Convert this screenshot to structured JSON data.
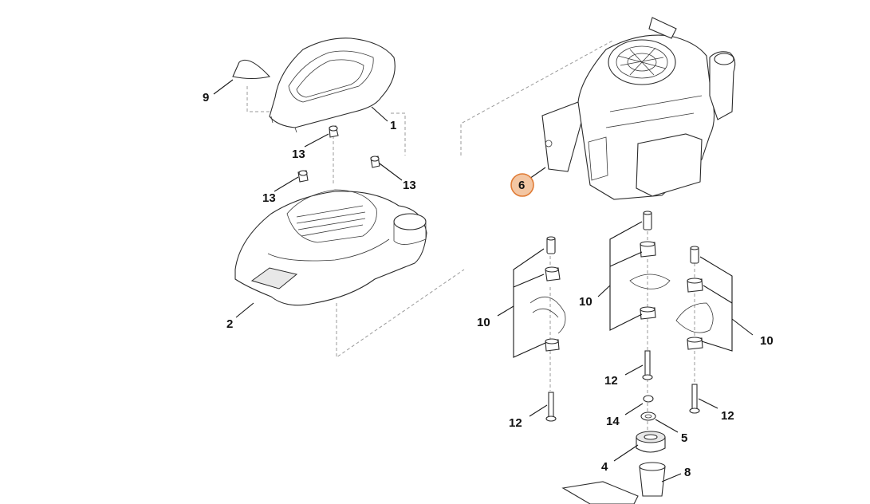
{
  "diagram": {
    "callouts": [
      {
        "id": "p9",
        "label": "9"
      },
      {
        "id": "p1",
        "label": "1"
      },
      {
        "id": "p13a",
        "label": "13"
      },
      {
        "id": "p13b",
        "label": "13"
      },
      {
        "id": "p13c",
        "label": "13"
      },
      {
        "id": "p2",
        "label": "2"
      },
      {
        "id": "p6",
        "label": "6",
        "highlighted": true
      },
      {
        "id": "p10a",
        "label": "10"
      },
      {
        "id": "p10b",
        "label": "10"
      },
      {
        "id": "p10c",
        "label": "10"
      },
      {
        "id": "p12a",
        "label": "12"
      },
      {
        "id": "p12b",
        "label": "12"
      },
      {
        "id": "p12c",
        "label": "12"
      },
      {
        "id": "p14",
        "label": "14"
      },
      {
        "id": "p5",
        "label": "5"
      },
      {
        "id": "p4",
        "label": "4"
      },
      {
        "id": "p8",
        "label": "8"
      }
    ],
    "highlight_color": "#f3c6a3",
    "highlight_stroke": "#e07b35"
  }
}
